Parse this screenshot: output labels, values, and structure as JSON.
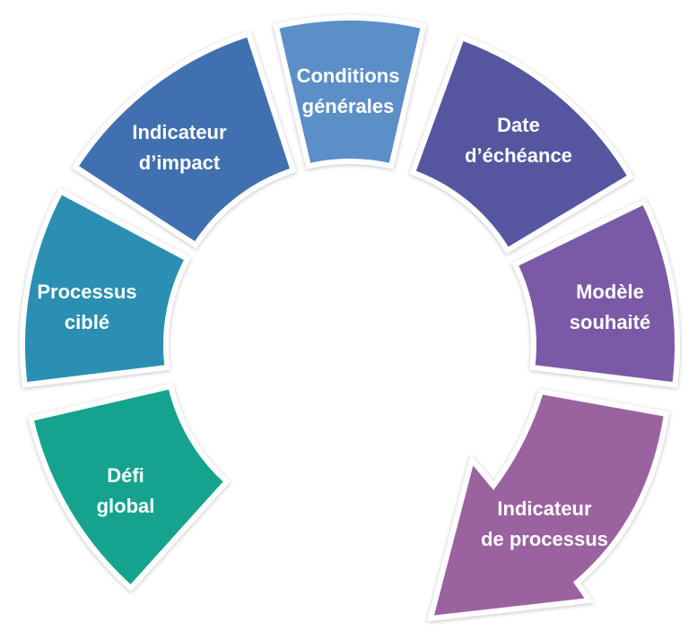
{
  "diagram": {
    "segments": [
      {
        "id": "defi-global",
        "lines": [
          "Défi",
          "global"
        ],
        "color": "#13a38e"
      },
      {
        "id": "processus-cible",
        "lines": [
          "Processus",
          "ciblé"
        ],
        "color": "#2a8fb2"
      },
      {
        "id": "indicateur-impact",
        "lines": [
          "Indicateur",
          "d’impact"
        ],
        "color": "#3f70b0"
      },
      {
        "id": "conditions-generales",
        "lines": [
          "Conditions",
          "générales"
        ],
        "color": "#5b8fc8"
      },
      {
        "id": "date-echeance",
        "lines": [
          "Date",
          "d’échéance"
        ],
        "color": "#5756a0"
      },
      {
        "id": "modele-souhaite",
        "lines": [
          "Modèle",
          "souhaité"
        ],
        "color": "#7a5aa6"
      },
      {
        "id": "indicateur-processus",
        "lines": [
          "Indicateur",
          "de processus"
        ],
        "color": "#9b62a0"
      }
    ]
  }
}
